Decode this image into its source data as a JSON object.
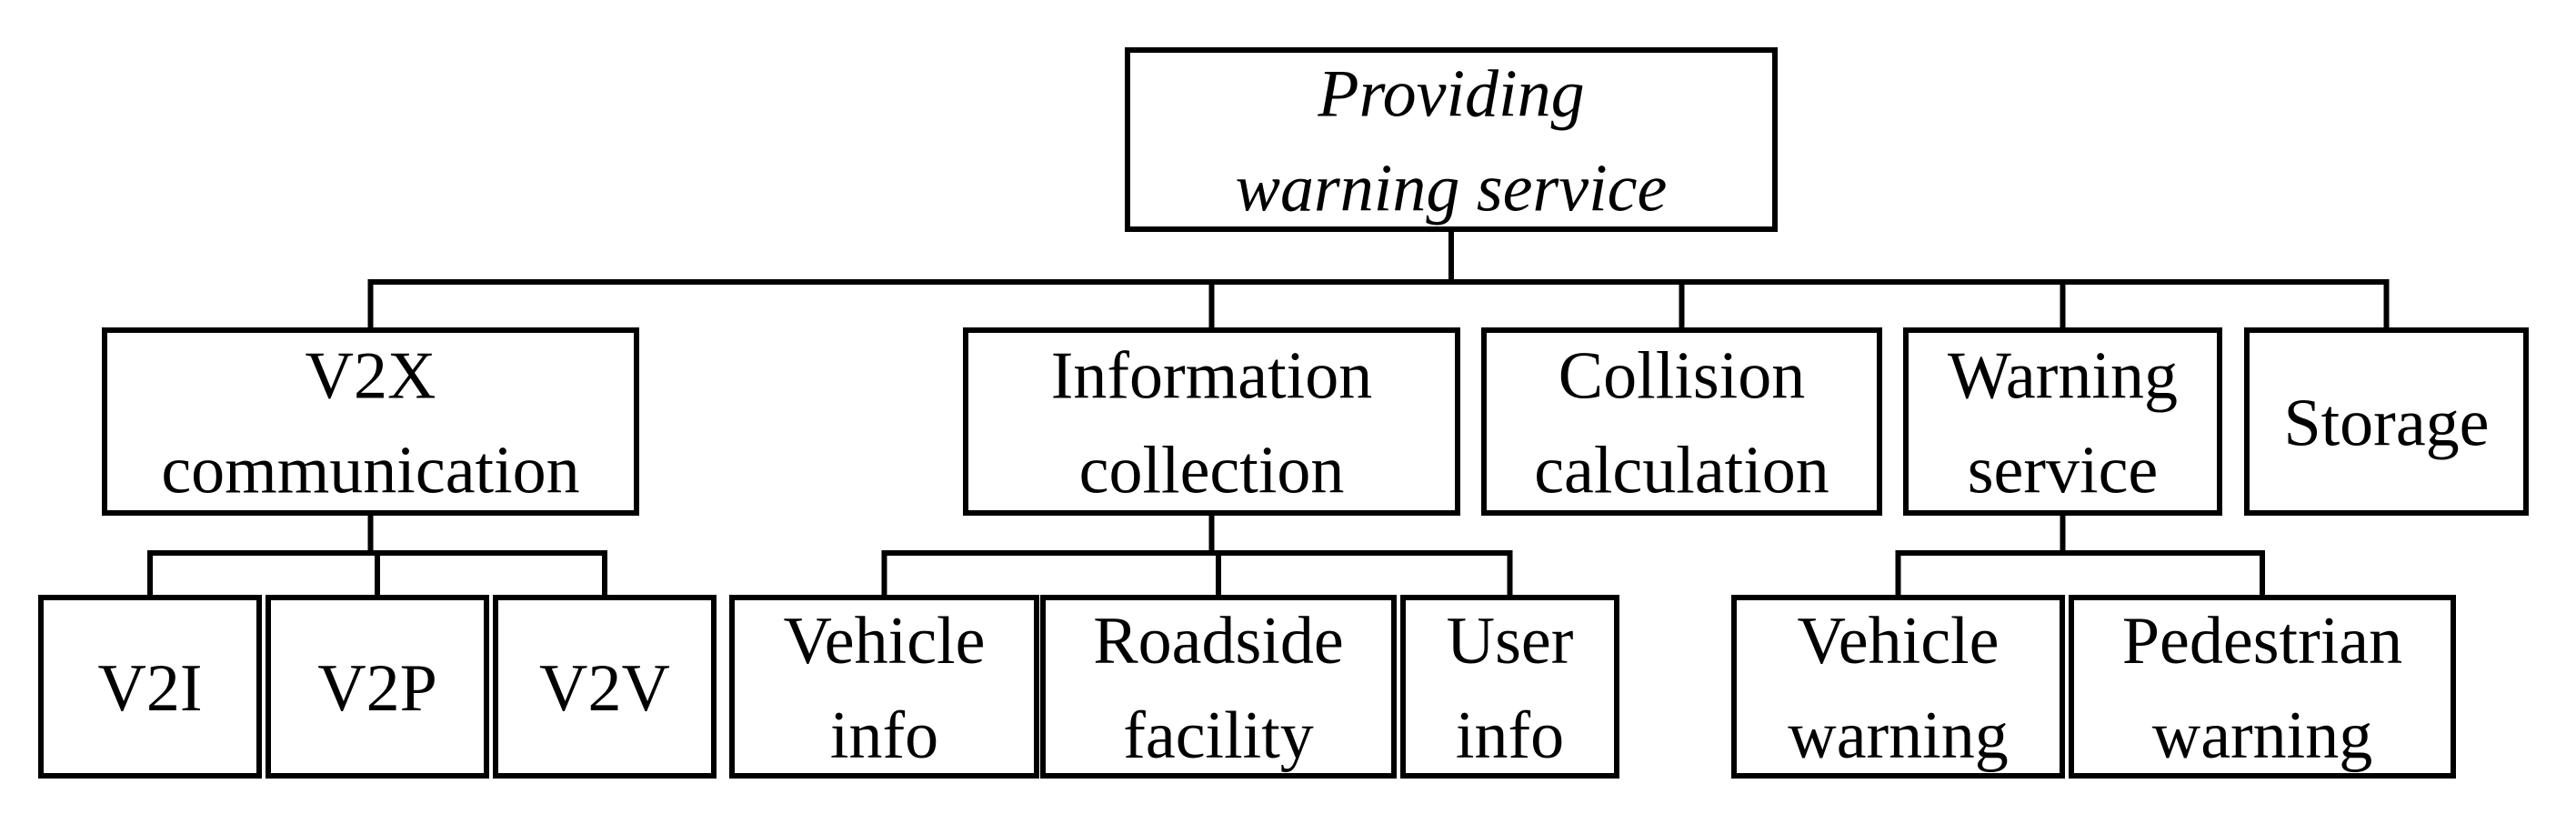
{
  "root": {
    "lines": [
      "Providing",
      "warning service"
    ]
  },
  "modules": [
    {
      "lines": [
        "V2X",
        "communication"
      ],
      "children": [
        {
          "lines": [
            "V2I"
          ]
        },
        {
          "lines": [
            "V2P"
          ]
        },
        {
          "lines": [
            "V2V"
          ]
        }
      ]
    },
    {
      "lines": [
        "Information",
        "collection"
      ],
      "children": [
        {
          "lines": [
            "Vehicle",
            "info"
          ]
        },
        {
          "lines": [
            "Roadside",
            "facility"
          ]
        },
        {
          "lines": [
            "User",
            "info"
          ]
        }
      ]
    },
    {
      "lines": [
        "Collision",
        "calculation"
      ],
      "children": []
    },
    {
      "lines": [
        "Warning",
        "service"
      ],
      "children": [
        {
          "lines": [
            "Vehicle",
            "warning"
          ]
        },
        {
          "lines": [
            "Pedestrian",
            "warning"
          ]
        }
      ]
    },
    {
      "lines": [
        "Storage"
      ],
      "children": []
    }
  ]
}
